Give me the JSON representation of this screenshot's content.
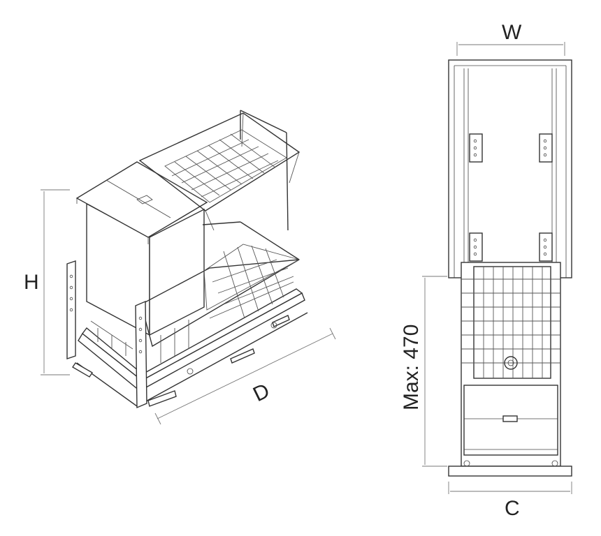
{
  "labels": {
    "height": "H",
    "depth": "D",
    "width": "W",
    "max_extension": "Max: 470",
    "carcass": "C"
  },
  "colors": {
    "line": "#333333",
    "dimension": "#777777",
    "background": "#ffffff"
  }
}
